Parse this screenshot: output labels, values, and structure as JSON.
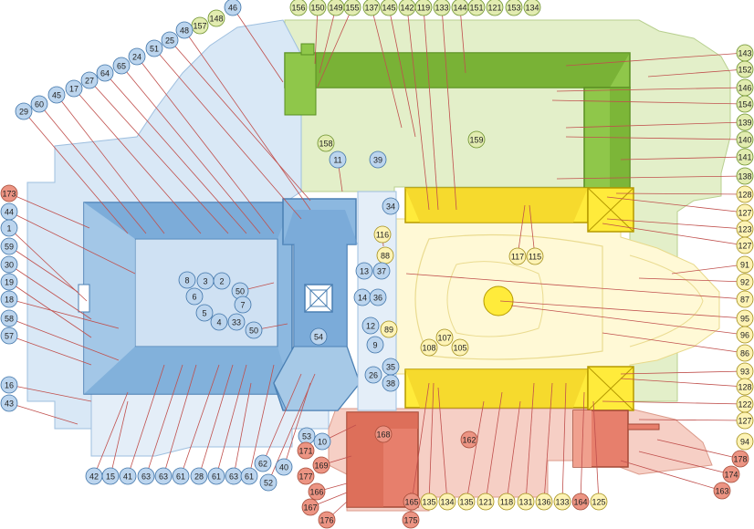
{
  "plan": {
    "colors": {
      "blue": "#a9cbe8",
      "blue_light": "#d9e8f6",
      "blue_dark": "#6fa2d3",
      "green": "#8fc74a",
      "green_light": "#e3efc9",
      "yellow": "#ffeb3b",
      "yellow_light": "#fff9d6",
      "red": "#e77f6c",
      "red_light": "#f6cfc5",
      "marker_blue": "#bcd5ee",
      "marker_green": "#e2ecb0",
      "marker_yellow": "#fdf3b5",
      "marker_red": "#ec9483"
    },
    "markers": [
      {
        "id": "156",
        "color": "green"
      },
      {
        "id": "150",
        "color": "green"
      },
      {
        "id": "149",
        "color": "green"
      },
      {
        "id": "155",
        "color": "green"
      },
      {
        "id": "137",
        "color": "green"
      },
      {
        "id": "145",
        "color": "green"
      },
      {
        "id": "142",
        "color": "green"
      },
      {
        "id": "119",
        "color": "green"
      },
      {
        "id": "133",
        "color": "green"
      },
      {
        "id": "144",
        "color": "green"
      },
      {
        "id": "151",
        "color": "green"
      },
      {
        "id": "121",
        "color": "green"
      },
      {
        "id": "153",
        "color": "green"
      },
      {
        "id": "134",
        "color": "green"
      },
      {
        "id": "46",
        "color": "blue"
      },
      {
        "id": "148",
        "color": "green"
      },
      {
        "id": "157",
        "color": "green"
      },
      {
        "id": "48",
        "color": "blue"
      },
      {
        "id": "25",
        "color": "blue"
      },
      {
        "id": "51",
        "color": "blue"
      },
      {
        "id": "24",
        "color": "blue"
      },
      {
        "id": "65",
        "color": "blue"
      },
      {
        "id": "64",
        "color": "blue"
      },
      {
        "id": "27",
        "color": "blue"
      },
      {
        "id": "17",
        "color": "blue"
      },
      {
        "id": "45",
        "color": "blue"
      },
      {
        "id": "60",
        "color": "blue"
      },
      {
        "id": "29",
        "color": "blue"
      },
      {
        "id": "143",
        "color": "green"
      },
      {
        "id": "152",
        "color": "green"
      },
      {
        "id": "146",
        "color": "green"
      },
      {
        "id": "154",
        "color": "green"
      },
      {
        "id": "139",
        "color": "green"
      },
      {
        "id": "140",
        "color": "green"
      },
      {
        "id": "141",
        "color": "green"
      },
      {
        "id": "138",
        "color": "green"
      },
      {
        "id": "128",
        "color": "yellow"
      },
      {
        "id": "127",
        "color": "yellow"
      },
      {
        "id": "123",
        "color": "yellow"
      },
      {
        "id": "127",
        "color": "yellow"
      },
      {
        "id": "91",
        "color": "yellow"
      },
      {
        "id": "92",
        "color": "yellow"
      },
      {
        "id": "87",
        "color": "yellow"
      },
      {
        "id": "95",
        "color": "yellow"
      },
      {
        "id": "96",
        "color": "yellow"
      },
      {
        "id": "86",
        "color": "yellow"
      },
      {
        "id": "93",
        "color": "yellow"
      },
      {
        "id": "128",
        "color": "yellow"
      },
      {
        "id": "122",
        "color": "yellow"
      },
      {
        "id": "127",
        "color": "yellow"
      },
      {
        "id": "94",
        "color": "yellow"
      },
      {
        "id": "178",
        "color": "red"
      },
      {
        "id": "174",
        "color": "red"
      },
      {
        "id": "163",
        "color": "red"
      },
      {
        "id": "173",
        "color": "red"
      },
      {
        "id": "44",
        "color": "blue"
      },
      {
        "id": "1",
        "color": "blue"
      },
      {
        "id": "59",
        "color": "blue"
      },
      {
        "id": "30",
        "color": "blue"
      },
      {
        "id": "19",
        "color": "blue"
      },
      {
        "id": "18",
        "color": "blue"
      },
      {
        "id": "58",
        "color": "blue"
      },
      {
        "id": "57",
        "color": "blue"
      },
      {
        "id": "16",
        "color": "blue"
      },
      {
        "id": "43",
        "color": "blue"
      },
      {
        "id": "42",
        "color": "blue"
      },
      {
        "id": "15",
        "color": "blue"
      },
      {
        "id": "41",
        "color": "blue"
      },
      {
        "id": "63",
        "color": "blue"
      },
      {
        "id": "63",
        "color": "blue"
      },
      {
        "id": "61",
        "color": "blue"
      },
      {
        "id": "28",
        "color": "blue"
      },
      {
        "id": "61",
        "color": "blue"
      },
      {
        "id": "63",
        "color": "blue"
      },
      {
        "id": "61",
        "color": "blue"
      },
      {
        "id": "62",
        "color": "blue"
      },
      {
        "id": "52",
        "color": "blue"
      },
      {
        "id": "40",
        "color": "blue"
      },
      {
        "id": "53",
        "color": "blue"
      },
      {
        "id": "10",
        "color": "blue"
      },
      {
        "id": "171",
        "color": "red"
      },
      {
        "id": "169",
        "color": "red"
      },
      {
        "id": "177",
        "color": "red"
      },
      {
        "id": "166",
        "color": "red"
      },
      {
        "id": "167",
        "color": "red"
      },
      {
        "id": "176",
        "color": "red"
      },
      {
        "id": "175",
        "color": "red"
      },
      {
        "id": "165",
        "color": "red"
      },
      {
        "id": "135",
        "color": "yellow"
      },
      {
        "id": "134",
        "color": "yellow"
      },
      {
        "id": "135",
        "color": "yellow"
      },
      {
        "id": "121",
        "color": "yellow"
      },
      {
        "id": "118",
        "color": "yellow"
      },
      {
        "id": "131",
        "color": "yellow"
      },
      {
        "id": "136",
        "color": "yellow"
      },
      {
        "id": "133",
        "color": "yellow"
      },
      {
        "id": "164",
        "color": "red"
      },
      {
        "id": "125",
        "color": "yellow"
      },
      {
        "id": "158",
        "color": "green"
      },
      {
        "id": "11",
        "color": "blue"
      },
      {
        "id": "39",
        "color": "blue"
      },
      {
        "id": "159",
        "color": "green"
      },
      {
        "id": "34",
        "color": "blue"
      },
      {
        "id": "116",
        "color": "yellow"
      },
      {
        "id": "88",
        "color": "yellow"
      },
      {
        "id": "117",
        "color": "yellow"
      },
      {
        "id": "115",
        "color": "yellow"
      },
      {
        "id": "8",
        "color": "blue"
      },
      {
        "id": "3",
        "color": "blue"
      },
      {
        "id": "2",
        "color": "blue"
      },
      {
        "id": "6",
        "color": "blue"
      },
      {
        "id": "50",
        "color": "blue"
      },
      {
        "id": "7",
        "color": "blue"
      },
      {
        "id": "5",
        "color": "blue"
      },
      {
        "id": "4",
        "color": "blue"
      },
      {
        "id": "33",
        "color": "blue"
      },
      {
        "id": "50",
        "color": "blue"
      },
      {
        "id": "13",
        "color": "blue"
      },
      {
        "id": "37",
        "color": "blue"
      },
      {
        "id": "14",
        "color": "blue"
      },
      {
        "id": "36",
        "color": "blue"
      },
      {
        "id": "12",
        "color": "blue"
      },
      {
        "id": "89",
        "color": "yellow"
      },
      {
        "id": "9",
        "color": "blue"
      },
      {
        "id": "54",
        "color": "blue"
      },
      {
        "id": "108",
        "color": "yellow"
      },
      {
        "id": "107",
        "color": "yellow"
      },
      {
        "id": "105",
        "color": "yellow"
      },
      {
        "id": "35",
        "color": "blue"
      },
      {
        "id": "26",
        "color": "blue"
      },
      {
        "id": "38",
        "color": "blue"
      },
      {
        "id": "168",
        "color": "red"
      },
      {
        "id": "162",
        "color": "red"
      }
    ]
  }
}
